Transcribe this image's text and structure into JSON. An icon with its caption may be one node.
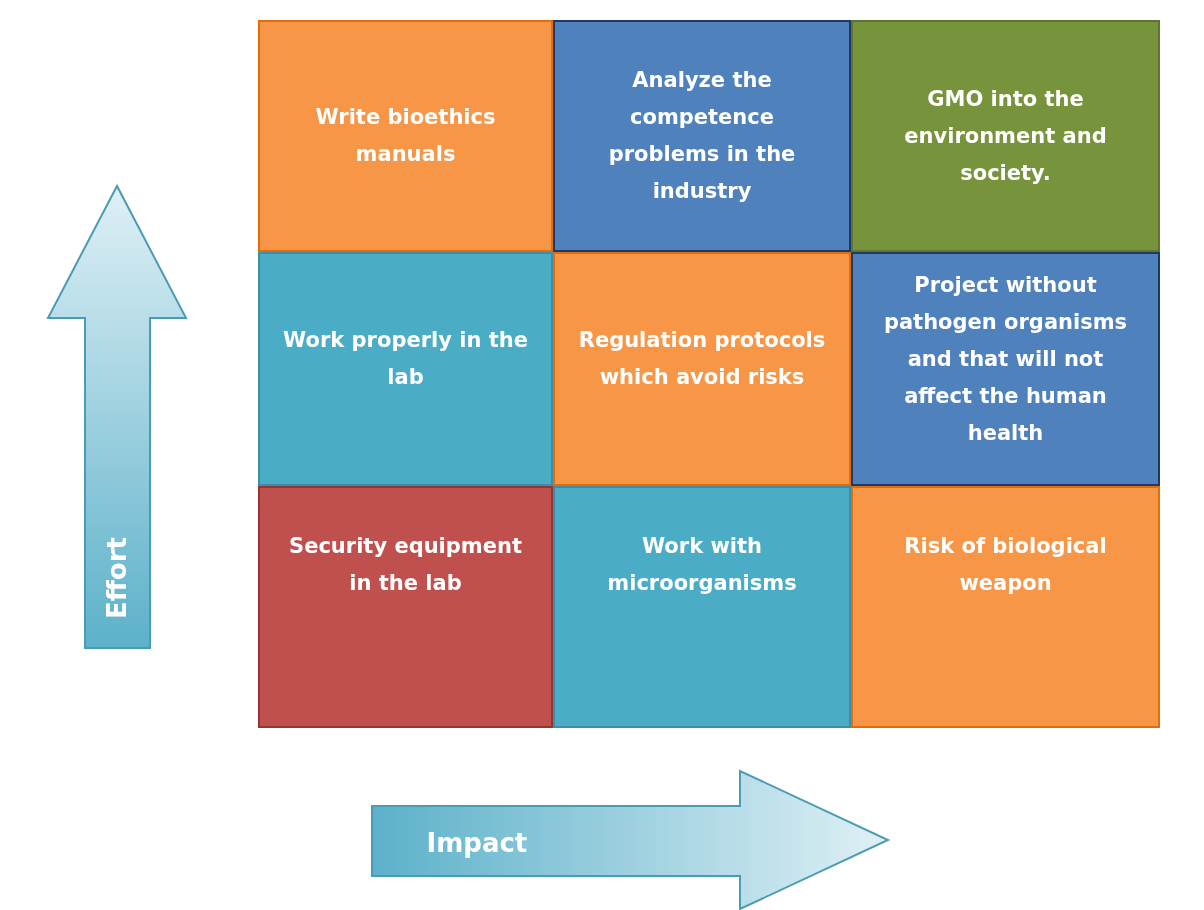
{
  "diagram": {
    "nodes": [
      {
        "text": [
          "Write bioethics manuals"
        ]
      },
      {
        "text": [
          "Analyze the competence problems in the industry"
        ]
      },
      {
        "text": [
          "GMO into the environment and society."
        ]
      },
      {
        "text": [
          "Work properly in the lab"
        ]
      },
      {
        "text": [
          "Regulation protocols which avoid risks"
        ]
      },
      {
        "text": [
          "Project without pathogen organisms and that will not affect the human health"
        ]
      },
      {
        "text": [
          "Security equipment in the lab"
        ]
      },
      {
        "text": [
          "Work with microorganisms"
        ]
      },
      {
        "text": [
          "Risk of biological weapon"
        ]
      }
    ],
    "labels": [
      "Effort",
      "Impact"
    ]
  }
}
